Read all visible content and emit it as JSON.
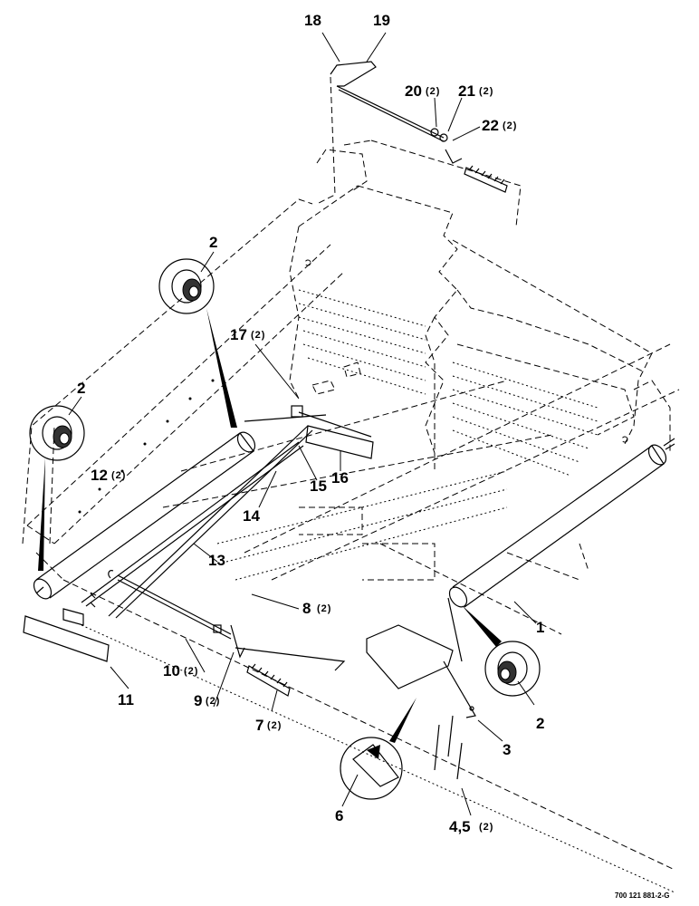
{
  "drawing_ref": "700 121 881-2-G",
  "callouts": [
    {
      "id": "c18",
      "num": "18",
      "qty": ""
    },
    {
      "id": "c19",
      "num": "19",
      "qty": ""
    },
    {
      "id": "c20",
      "num": "20",
      "qty": "(2)"
    },
    {
      "id": "c21",
      "num": "21",
      "qty": "(2)"
    },
    {
      "id": "c22",
      "num": "22",
      "qty": "(2)"
    },
    {
      "id": "c2a",
      "num": "2",
      "qty": ""
    },
    {
      "id": "c17",
      "num": "17",
      "qty": "(2)"
    },
    {
      "id": "c2b",
      "num": "2",
      "qty": ""
    },
    {
      "id": "c12",
      "num": "12",
      "qty": "(2)"
    },
    {
      "id": "c15",
      "num": "15",
      "qty": ""
    },
    {
      "id": "c16",
      "num": "16",
      "qty": ""
    },
    {
      "id": "c14",
      "num": "14",
      "qty": ""
    },
    {
      "id": "c13",
      "num": "13",
      "qty": ""
    },
    {
      "id": "c8",
      "num": "8",
      "qty": "(2)"
    },
    {
      "id": "c1",
      "num": "1",
      "qty": ""
    },
    {
      "id": "c10",
      "num": "10",
      "qty": "(2)"
    },
    {
      "id": "c11",
      "num": "11",
      "qty": ""
    },
    {
      "id": "c9",
      "num": "9",
      "qty": "(2)"
    },
    {
      "id": "c7",
      "num": "7",
      "qty": "(2)"
    },
    {
      "id": "c2c",
      "num": "2",
      "qty": ""
    },
    {
      "id": "c3",
      "num": "3",
      "qty": ""
    },
    {
      "id": "c6",
      "num": "6",
      "qty": ""
    },
    {
      "id": "c45",
      "num": "4,5",
      "qty": "(2)"
    }
  ]
}
